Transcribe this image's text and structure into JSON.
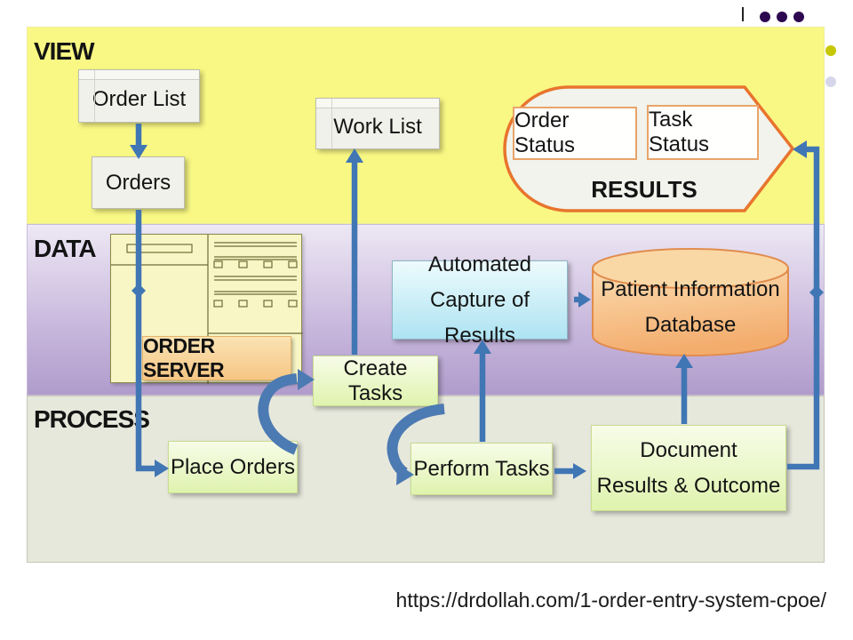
{
  "bands": {
    "view": "VIEW",
    "data": "DATA",
    "process": "PROCESS"
  },
  "view": {
    "order_list": "Order List",
    "orders": "Orders",
    "work_list": "Work List",
    "results_group": {
      "order_status": "Order Status",
      "task_status": "Task Status",
      "caption": "RESULTS"
    }
  },
  "data_layer": {
    "order_server": "ORDER SERVER",
    "automated_capture": {
      "line1": "Automated",
      "line2": "Capture of Results"
    },
    "patient_database": {
      "line1": "Patient Information",
      "line2": "Database"
    }
  },
  "process_layer": {
    "place_orders": "Place Orders",
    "create_tasks": "Create Tasks",
    "perform_tasks": "Perform Tasks",
    "document_results": {
      "line1": "Document",
      "line2": "Results &  Outcome"
    }
  },
  "footer": {
    "url": "https://drdollah.com/1-order-entry-system-cpoe/"
  },
  "icons": {
    "order_server": "server-window-icon",
    "patient_database": "database-cylinder-icon",
    "results_pointer": "results-pointer-shape"
  },
  "colors": {
    "view_band": "#F9F884",
    "data_band_top": "#EDE8F4",
    "data_band_bottom": "#B09CCB",
    "process_band": "#E7E8DC",
    "arrow_blue": "#4076B4",
    "results_border": "#E8742E",
    "cylinder_fill": "#F4AF6C",
    "green_box": "#DFF3AE",
    "blue_box": "#AEE3F2",
    "server_fill": "#F9F6C6",
    "order_server_fill": "#F6C684",
    "bullet_purple": "#2D0850",
    "bullet_yellow": "#C6C702",
    "bullet_lavender": "#D6D6EA"
  }
}
